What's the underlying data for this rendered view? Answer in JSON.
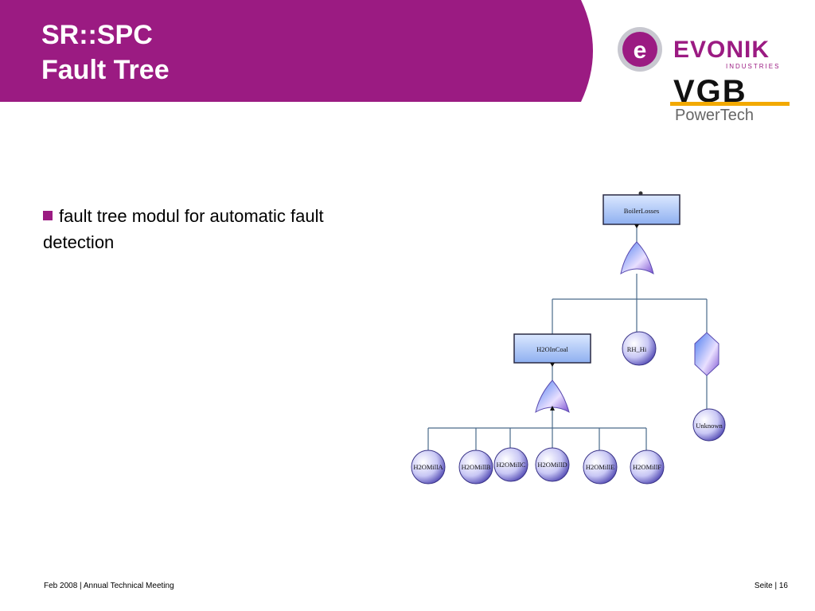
{
  "slide": {
    "title_line1": "SR::SPC",
    "title_line2": "Fault Tree",
    "header_color": "#9b1b82"
  },
  "logos": {
    "evonik_wordmark": "EVONIK",
    "evonik_sub": "INDUSTRIES",
    "vgb_wordmark": "VGB",
    "vgb_sub": "PowerTech"
  },
  "content": {
    "bullets": [
      "fault tree modul for automatic fault detection"
    ]
  },
  "fault_tree": {
    "nodes": {
      "top": "BoilerLosses",
      "mid_event": "H2OInCoal",
      "mid_basic": "RH_Hi",
      "unknown": "Unknown",
      "mills": [
        "H2OMillA",
        "H2OMillB",
        "H2OMillC",
        "H2OMillD",
        "H2OMillE",
        "H2OMillF"
      ]
    }
  },
  "footer": {
    "left": "Feb 2008 | Annual Technical Meeting",
    "right": "Seite | 16"
  }
}
